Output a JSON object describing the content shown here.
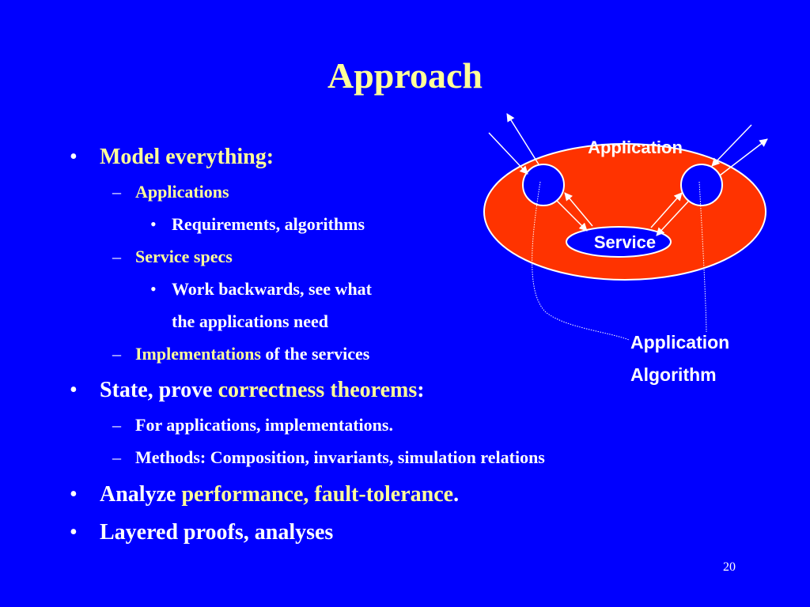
{
  "slide": {
    "title": "Approach",
    "page_number": "20",
    "bullets": [
      {
        "marker": "•",
        "parts": [
          "Model everything:"
        ]
      },
      {
        "marker": "–",
        "parts": [
          "Applications"
        ]
      },
      {
        "marker": "•",
        "parts": [
          "Requirements,  algorithms"
        ]
      },
      {
        "marker": "–",
        "parts": [
          "Service specs"
        ]
      },
      {
        "marker": "•",
        "parts": [
          "Work backwards, see what",
          "the applications need"
        ]
      },
      {
        "marker": "–",
        "parts": [
          "Implementations",
          " of the services"
        ]
      },
      {
        "marker": "•",
        "parts": [
          "State, prove ",
          "correctness theorems",
          ":"
        ]
      },
      {
        "marker": "–",
        "parts": [
          "For applications, implementations."
        ]
      },
      {
        "marker": "–",
        "parts": [
          "Methods:   Composition, invariants, simulation relations"
        ]
      },
      {
        "marker": "•",
        "parts": [
          "Analyze ",
          "performance, fault-tolerance",
          "."
        ]
      },
      {
        "marker": "•",
        "parts": [
          "Layered proofs, analyses"
        ]
      }
    ]
  },
  "diagram": {
    "application_label": "Application",
    "service_label": "Service",
    "algorithm_label_line1": "Application",
    "algorithm_label_line2": "Algorithm"
  },
  "colors": {
    "background": "#0000FF",
    "highlight_text": "#FFFF99",
    "body_text": "#FFFFFF",
    "ellipse_fill": "#FF3300"
  }
}
